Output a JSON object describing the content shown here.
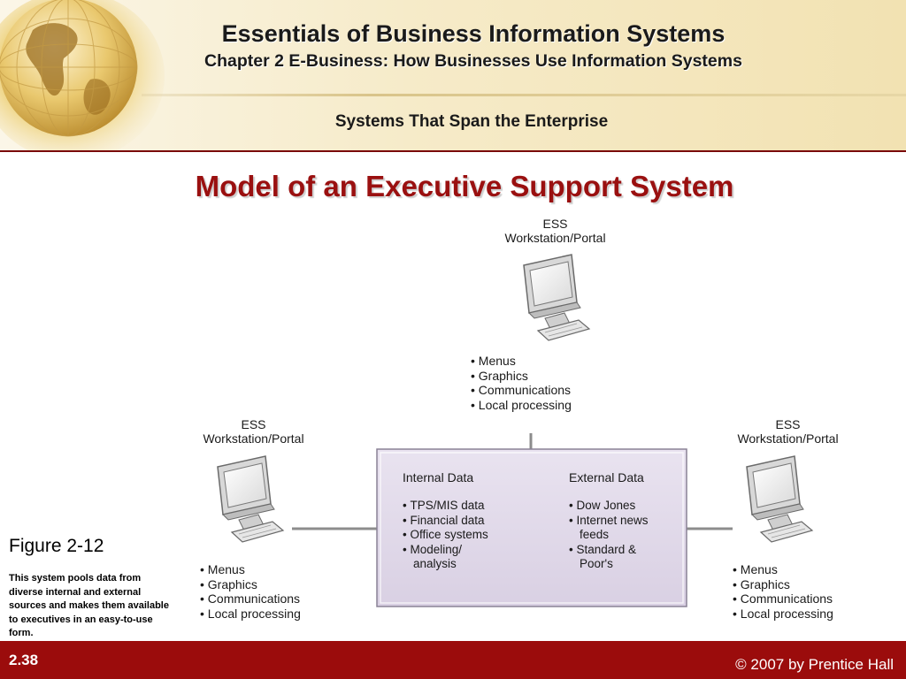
{
  "header": {
    "title": "Essentials of Business Information Systems",
    "subtitle": "Chapter 2 E-Business: How Businesses Use Information Systems",
    "section": "Systems That Span the Enterprise"
  },
  "slide": {
    "title": "Model of an Executive Support System"
  },
  "diagram": {
    "workstations": [
      {
        "label1": "ESS",
        "label2": "Workstation/Portal",
        "features": [
          "Menus",
          "Graphics",
          "Communications",
          "Local processing"
        ]
      },
      {
        "label1": "ESS",
        "label2": "Workstation/Portal",
        "features": [
          "Menus",
          "Graphics",
          "Communications",
          "Local processing"
        ]
      },
      {
        "label1": "ESS",
        "label2": "Workstation/Portal",
        "features": [
          "Menus",
          "Graphics",
          "Communications",
          "Local processing"
        ]
      }
    ],
    "data_box": {
      "internal_title": "Internal Data",
      "internal_items": [
        "TPS/MIS data",
        "Financial data",
        "Office systems",
        "Modeling/ analysis"
      ],
      "external_title": "External Data",
      "external_items": [
        "Dow Jones",
        "Internet news feeds",
        "Standard & Poor's"
      ]
    }
  },
  "figure": {
    "label": "Figure 2-12",
    "caption": "This system pools data from diverse internal and external sources and makes them available to executives in an easy-to-use form."
  },
  "footer": {
    "slide_number": "2.38",
    "copyright": "© 2007 by Prentice Hall"
  },
  "colors": {
    "title_red": "#9a1010",
    "footer_red": "#9b0c0c",
    "box_fill": "#e3dceb"
  },
  "icons": [
    "globe-icon",
    "computer-monitor-icon"
  ]
}
